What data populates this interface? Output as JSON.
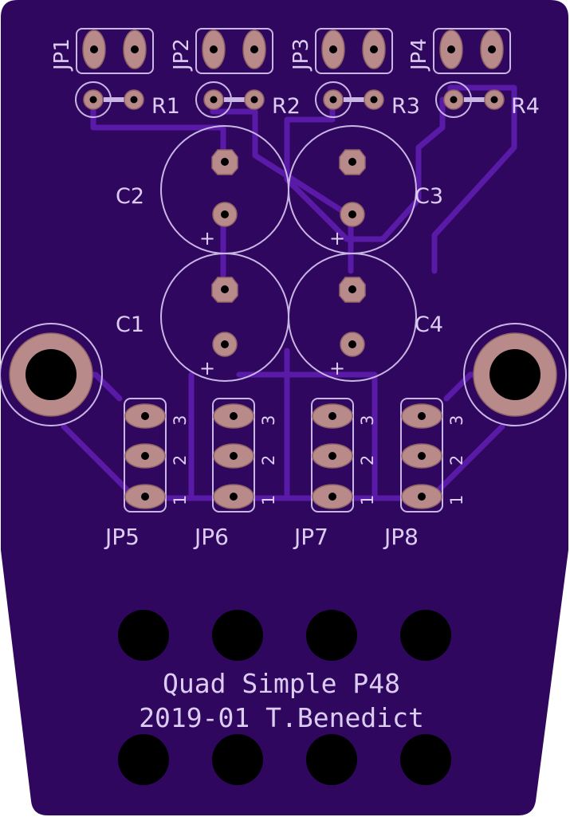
{
  "board": {
    "title_line1": "Quad Simple P48",
    "title_line2": "2019-01 T.Benedict",
    "colors": {
      "soldermask": "#30075f",
      "trace": "#5a1aa8",
      "silkscreen": "#c9b6e4",
      "copper_pad": "#b88a8a",
      "drill": "#000000"
    }
  },
  "top_jumpers": [
    "JP1",
    "JP2",
    "JP3",
    "JP4"
  ],
  "resistors": [
    "R1",
    "R2",
    "R3",
    "R4"
  ],
  "capacitors": [
    "C1",
    "C2",
    "C3",
    "C4"
  ],
  "polarity_mark": "+",
  "bottom_jumpers": [
    "JP5",
    "JP6",
    "JP7",
    "JP8"
  ],
  "pin_numbers": [
    "1",
    "2",
    "3"
  ]
}
